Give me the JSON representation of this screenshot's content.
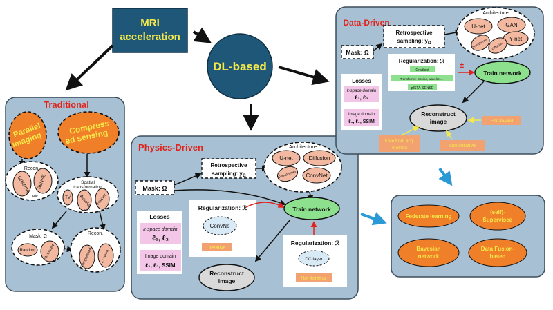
{
  "colors": {
    "panel": "#a7c0d3",
    "panel_stroke": "#3d4e5c",
    "navy": "#1f5779",
    "orange": "#f07f2a",
    "peach": "#f2b8a0",
    "pink": "#f3c6e8",
    "green": "#8de08d",
    "red_title": "#e0241b",
    "yellow": "#f5e94a",
    "tan": "#f2a271",
    "gray": "#d9d9d9",
    "white": "#ffffff",
    "black": "#111111",
    "arrow_blue": "#2a9ad6"
  },
  "top": {
    "mri": "MRI acceleration",
    "dl": "DL-based"
  },
  "traditional": {
    "title": "Traditional",
    "parallel": [
      "Parallel",
      "imaging"
    ],
    "compress": [
      "Compress",
      "ed sensing"
    ],
    "recon1": "Recon.",
    "grappa": "GRAPPA",
    "sense": "SENSE",
    "etc1": "etc.",
    "spatial": [
      "Spatial",
      "transformation"
    ],
    "tv": "TV",
    "wavelet": "Wavelet",
    "fourier": "Fourier",
    "etc2": "etc.",
    "mask": "Mask: Ω",
    "random": "Random",
    "structured": "Structured",
    "recon2": "Recon.",
    "cs_recon": "Compressed",
    "l1": "L1-norm"
  },
  "data_driven": {
    "title": "Data-Driven",
    "mask": "Mask: Ω",
    "retro": [
      "Retrospective",
      "sampling: y"
    ],
    "retro_sub": "Ω",
    "architecture": "Architecture",
    "unet": "U-net",
    "gan": "GAN",
    "ynet": "Y-net",
    "transformer": "Transformer",
    "diffusion": "Diffusion",
    "reg_title": "Regularization: ℛ",
    "gradient": "Gradient",
    "transforms": "Transforms: Cosine, wavelet,…",
    "pista": "pISTA-SENSE",
    "pm": "±",
    "train": "Train network",
    "losses": "Losses",
    "kspace": "k-space domain",
    "kspace_eq": "ℓ₁, ℓ₂",
    "image_domain": "Image domain",
    "image_eq": "ℓ₁, ℓ₂, SSIM",
    "recon": [
      "Reconstruct",
      "image"
    ],
    "end_to_end": "End-to-end",
    "free": [
      "Free from acq.",
      "method"
    ],
    "not_iterative": "Not-iterative"
  },
  "physics": {
    "title": "Physics-Driven",
    "retro": [
      "Retrospective",
      "sampling: y"
    ],
    "retro_sub": "Ω",
    "mask": "Mask: Ω",
    "architecture": "Architecture",
    "unet": "U-net",
    "diffusion": "Diffusion",
    "transformer": "Transformer",
    "convnet": "ConvNet",
    "losses": "Losses",
    "kspace": "k-space domain",
    "kspace_eq": "ℓ₁, ℓ₂",
    "image_domain": "Image domain",
    "image_eq": "ℓ₁, ℓ₂, SSIM",
    "reg_title": "Regularization: ℛ",
    "convne": "ConvNe",
    "iterative": "Iterative",
    "train": "Train network",
    "reg2_title": "Regularization: ℛ",
    "dc": "DC layer",
    "not_iterative": "Not-iterative",
    "recon": [
      "Reconstruct",
      "image"
    ]
  },
  "future": {
    "federate": "Federate learning",
    "self": [
      "(self)-",
      "Supervised"
    ],
    "bayesian": [
      "Bayesian",
      "network"
    ],
    "fusion": [
      "Data Fusion-",
      "based"
    ]
  }
}
